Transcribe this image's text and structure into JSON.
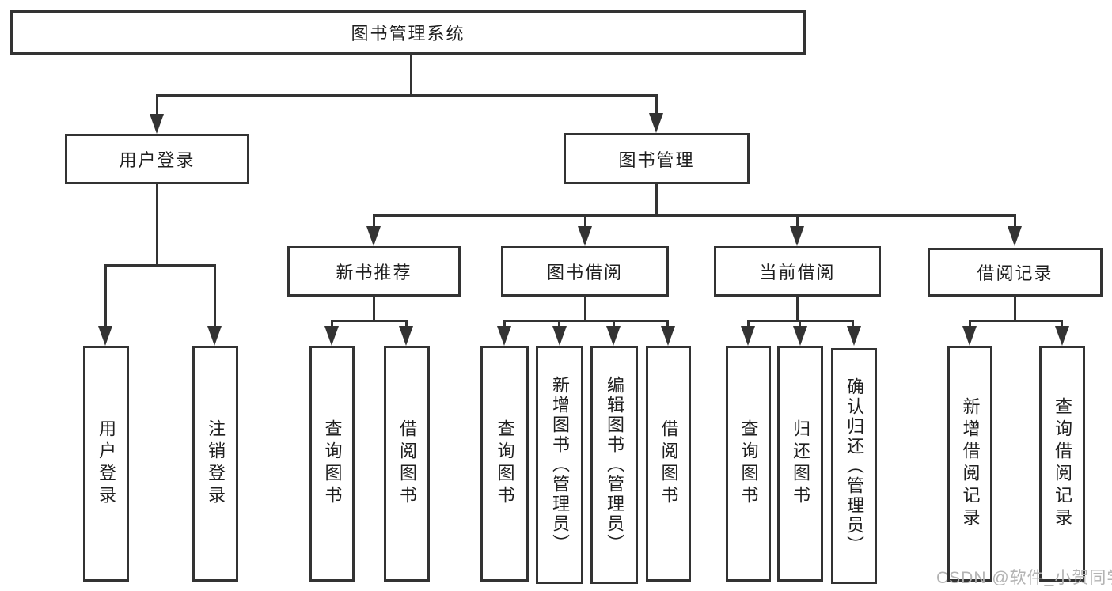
{
  "tree": {
    "label": "图书管理系统",
    "children": [
      {
        "label": "用户登录",
        "children": [
          {
            "label": "用户登录"
          },
          {
            "label": "注销登录"
          }
        ]
      },
      {
        "label": "图书管理",
        "children": [
          {
            "label": "新书推荐",
            "children": [
              {
                "label": "查询图书"
              },
              {
                "label": "借阅图书"
              }
            ]
          },
          {
            "label": "图书借阅",
            "children": [
              {
                "label": "查询图书"
              },
              {
                "label": "新增图书（管理员）"
              },
              {
                "label": "编辑图书（管理员）"
              },
              {
                "label": "借阅图书"
              }
            ]
          },
          {
            "label": "当前借阅",
            "children": [
              {
                "label": "查询图书"
              },
              {
                "label": "归还图书"
              },
              {
                "label": "确认归还（管理员）"
              }
            ]
          },
          {
            "label": "借阅记录",
            "children": [
              {
                "label": "新增借阅记录"
              },
              {
                "label": "查询借阅记录"
              }
            ]
          }
        ]
      }
    ]
  },
  "watermark": {
    "text": "CSDN @软件_小贺同学"
  },
  "colors": {
    "line": "#333333",
    "text": "#1f1f1f",
    "watermark": "#b3b3b3"
  }
}
